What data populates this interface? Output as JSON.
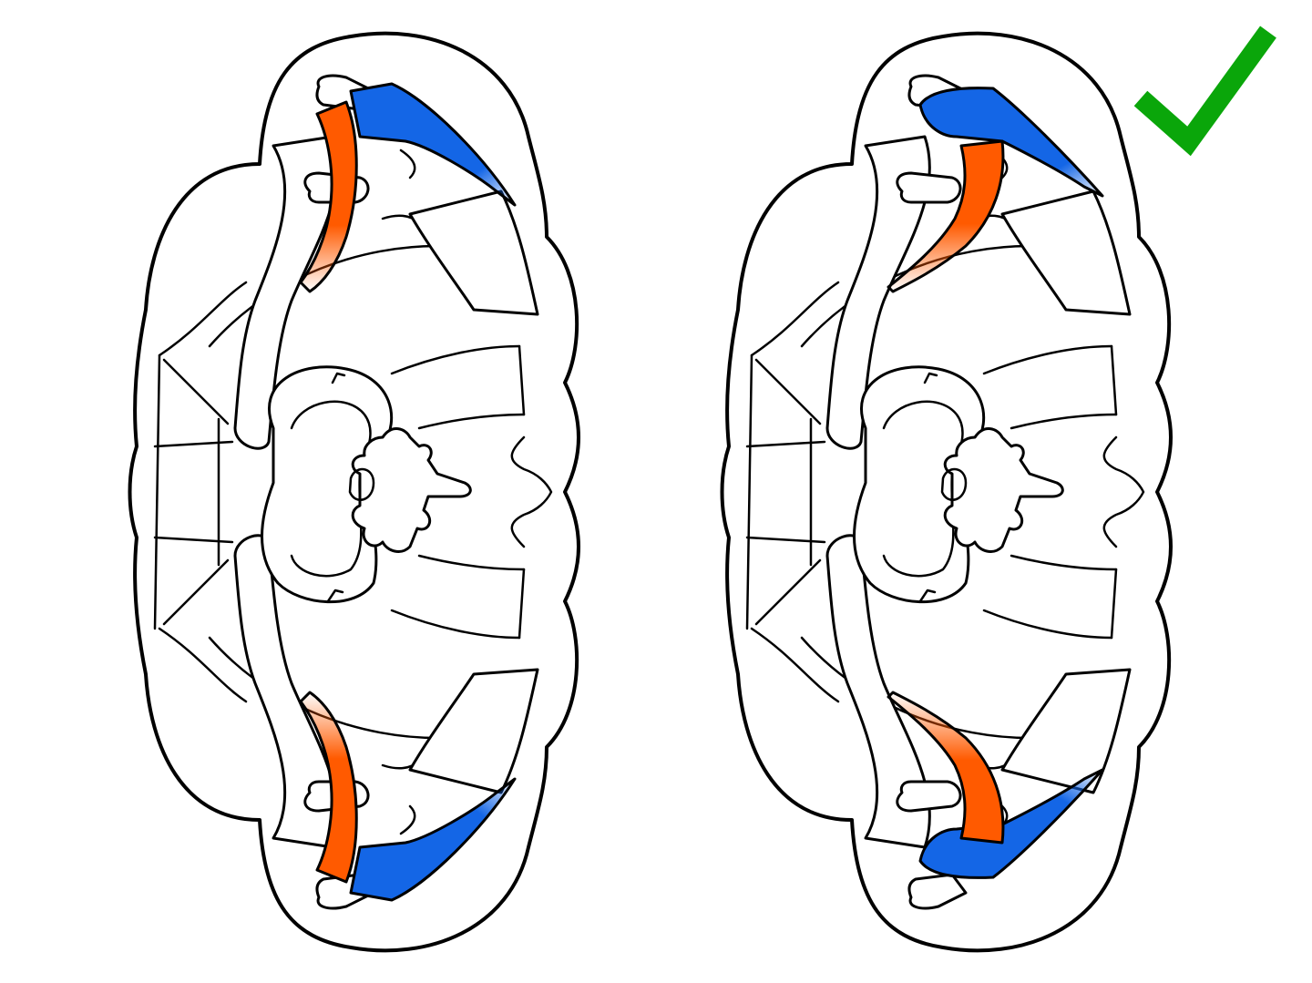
{
  "colors": {
    "bone_outline": "#000000",
    "background": "#ffffff",
    "ligament_orange": "#ff5a00",
    "ligament_blue": "#1466e6",
    "check_green": "#0aa60a"
  },
  "panels": [
    {
      "id": "left",
      "variant": "incorrect",
      "has_check": false
    },
    {
      "id": "right",
      "variant": "correct",
      "has_check": true
    }
  ],
  "icons": {
    "correct_mark": "check-mark-icon"
  }
}
